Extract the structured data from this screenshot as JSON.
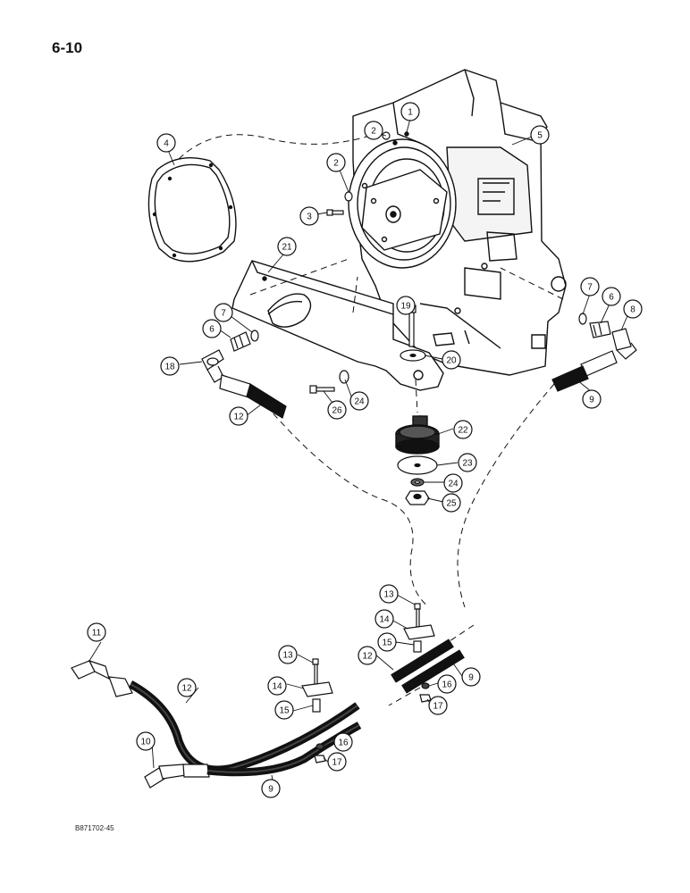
{
  "page_number": "6-10",
  "figure_code": "B871702-45",
  "callouts": [
    {
      "label": "1"
    },
    {
      "label": "2"
    },
    {
      "label": "2"
    },
    {
      "label": "3"
    },
    {
      "label": "4"
    },
    {
      "label": "5"
    },
    {
      "label": "21"
    },
    {
      "label": "19"
    },
    {
      "label": "7"
    },
    {
      "label": "6"
    },
    {
      "label": "18"
    },
    {
      "label": "7"
    },
    {
      "label": "6"
    },
    {
      "label": "8"
    },
    {
      "label": "20"
    },
    {
      "label": "24"
    },
    {
      "label": "26"
    },
    {
      "label": "12"
    },
    {
      "label": "9"
    },
    {
      "label": "22"
    },
    {
      "label": "23"
    },
    {
      "label": "24"
    },
    {
      "label": "25"
    },
    {
      "label": "13"
    },
    {
      "label": "14"
    },
    {
      "label": "15"
    },
    {
      "label": "12"
    },
    {
      "label": "9"
    },
    {
      "label": "16"
    },
    {
      "label": "17"
    },
    {
      "label": "11"
    },
    {
      "label": "13"
    },
    {
      "label": "12"
    },
    {
      "label": "14"
    },
    {
      "label": "15"
    },
    {
      "label": "10"
    },
    {
      "label": "16"
    },
    {
      "label": "17"
    },
    {
      "label": "9"
    }
  ]
}
